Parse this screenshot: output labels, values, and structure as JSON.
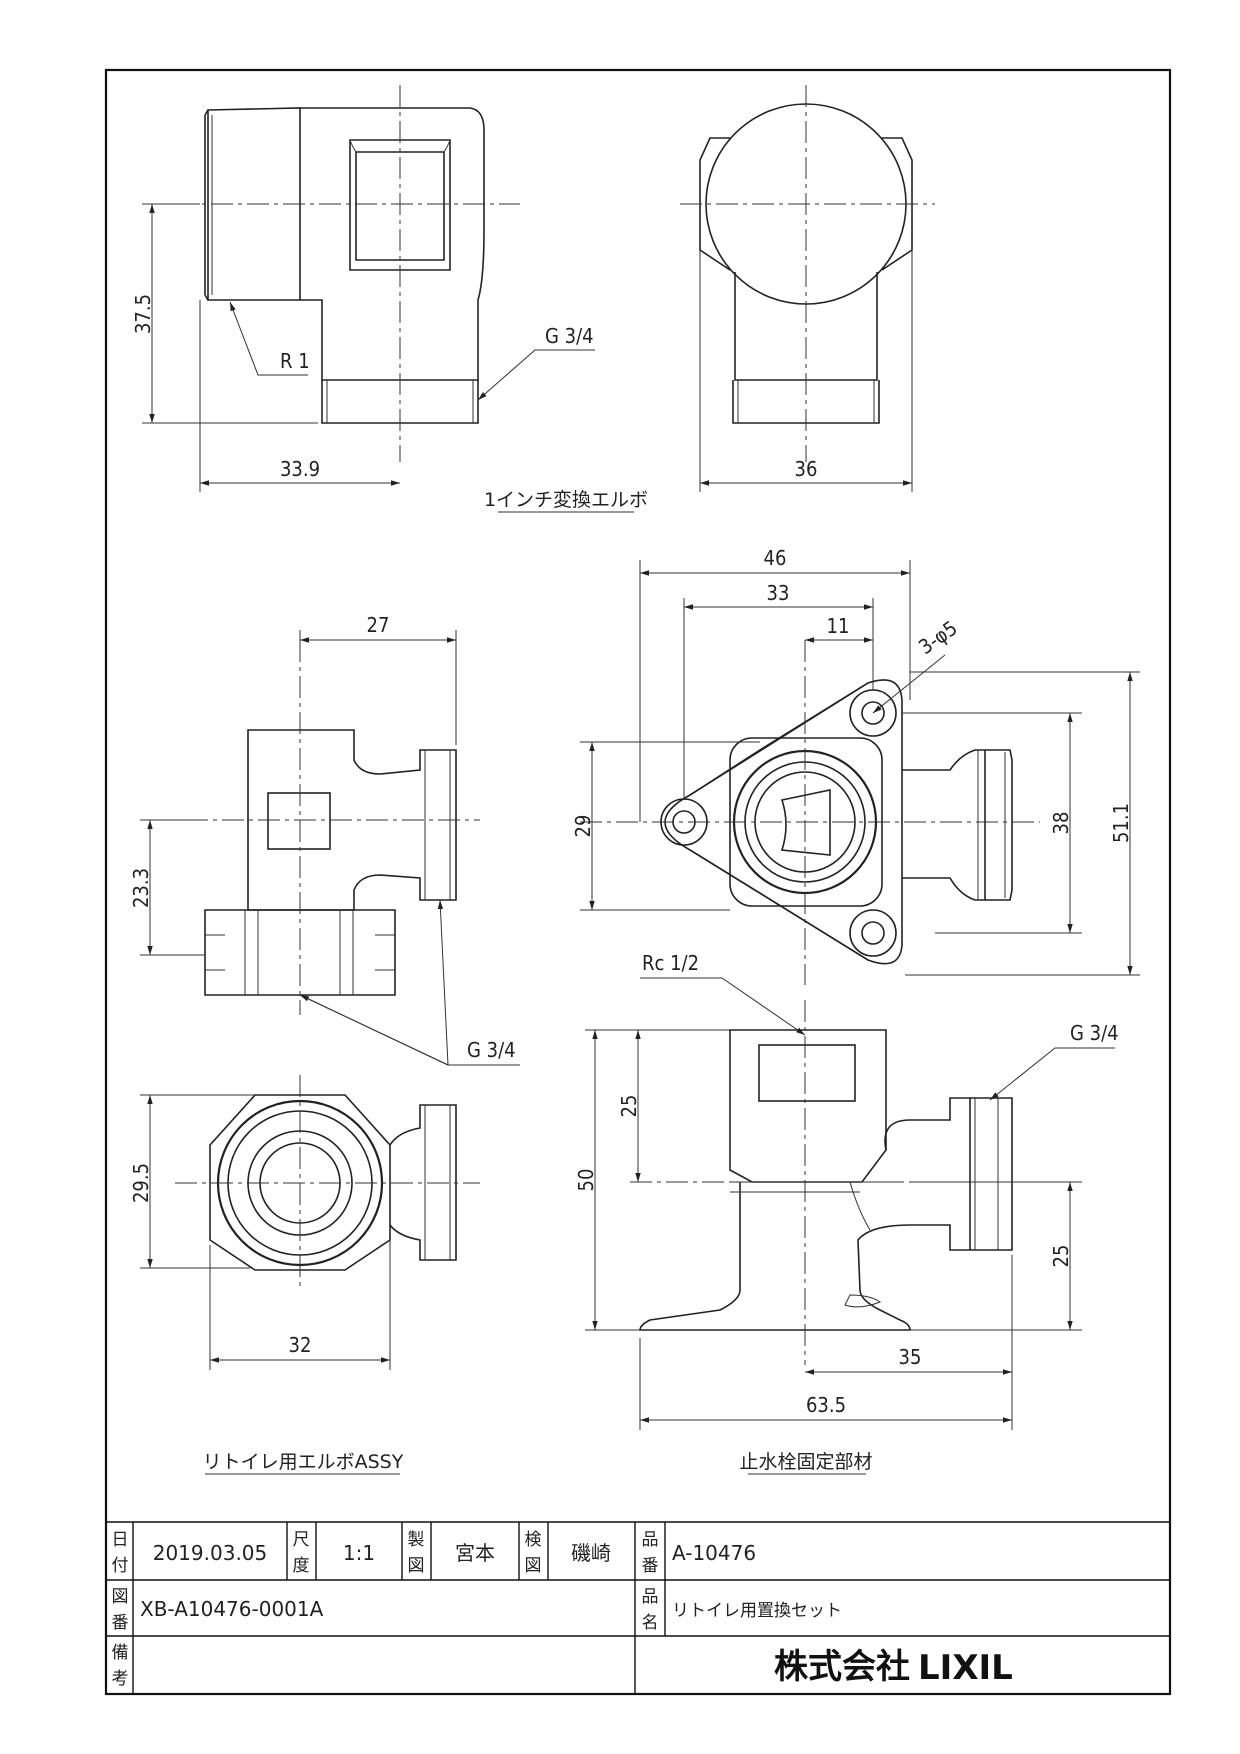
{
  "views": {
    "elbow_1inch": {
      "caption": "1インチ変換エルボ",
      "dims": {
        "height": "37.5",
        "width_left": "33.9",
        "width_right": "36"
      },
      "callouts": {
        "r1": "R 1",
        "g34": "G 3/4"
      }
    },
    "elbow_assy": {
      "caption": "リトイレ用エルボASSY",
      "dims": {
        "d27": "27",
        "d233": "23.3",
        "d295": "29.5",
        "d32": "32"
      },
      "callouts": {
        "g34": "G 3/4"
      }
    },
    "fixing_part": {
      "caption": "止水栓固定部材",
      "dims": {
        "d46": "46",
        "d33": "33",
        "d11": "11",
        "holes": "3-φ5",
        "d29": "29",
        "d38": "38",
        "d511": "51.1",
        "d25a": "25",
        "d50": "50",
        "d25b": "25",
        "d35": "35",
        "d635": "63.5"
      },
      "callouts": {
        "rc12": "Rc 1/2",
        "g34": "G 3/4"
      }
    }
  },
  "title_block": {
    "date_label": [
      "日",
      "付"
    ],
    "date": "2019.03.05",
    "scale_label": [
      "尺",
      "度"
    ],
    "scale": "1:1",
    "made_label": [
      "製",
      "図"
    ],
    "made_by": "宮本",
    "check_label": [
      "検",
      "図"
    ],
    "checked_by": "磯崎",
    "part_no_label": [
      "品",
      "番"
    ],
    "part_no": "A-10476",
    "drawing_no_label": [
      "図",
      "番"
    ],
    "drawing_no": "XB-A10476-0001A",
    "part_name_label": [
      "品",
      "名"
    ],
    "part_name": "リトイレ用置換セット",
    "remarks_label": [
      "備",
      "考"
    ],
    "company": "株式会社",
    "brand": "LIXIL"
  }
}
